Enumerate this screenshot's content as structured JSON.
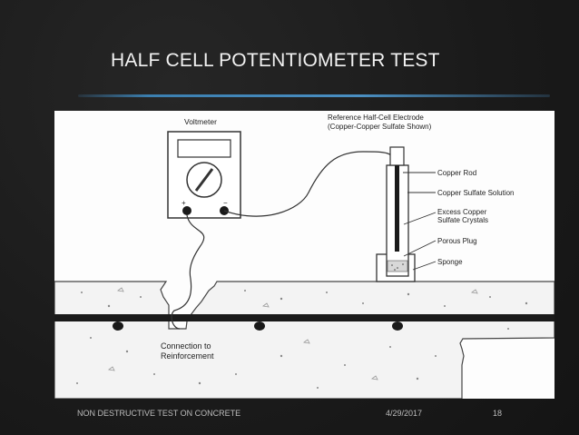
{
  "slide": {
    "title": "HALF CELL POTENTIOMETER TEST",
    "footer_left": "NON DESTRUCTIVE TEST ON CONCRETE",
    "footer_date": "4/29/2017",
    "footer_page": "18"
  },
  "diagram": {
    "voltmeter_label": "Voltmeter",
    "plus_sign": "+",
    "minus_sign": "−",
    "electrode_title_line1": "Reference Half-Cell Electrode",
    "electrode_title_line2": "(Copper-Copper Sulfate Shown)",
    "copper_rod": "Copper Rod",
    "copper_sulfate_solution": "Copper Sulfate Solution",
    "excess_line1": "Excess Copper",
    "excess_line2": "Sulfate Crystals",
    "porous_plug": "Porous Plug",
    "sponge": "Sponge",
    "connection_line1": "Connection to",
    "connection_line2": "Reinforcement"
  }
}
